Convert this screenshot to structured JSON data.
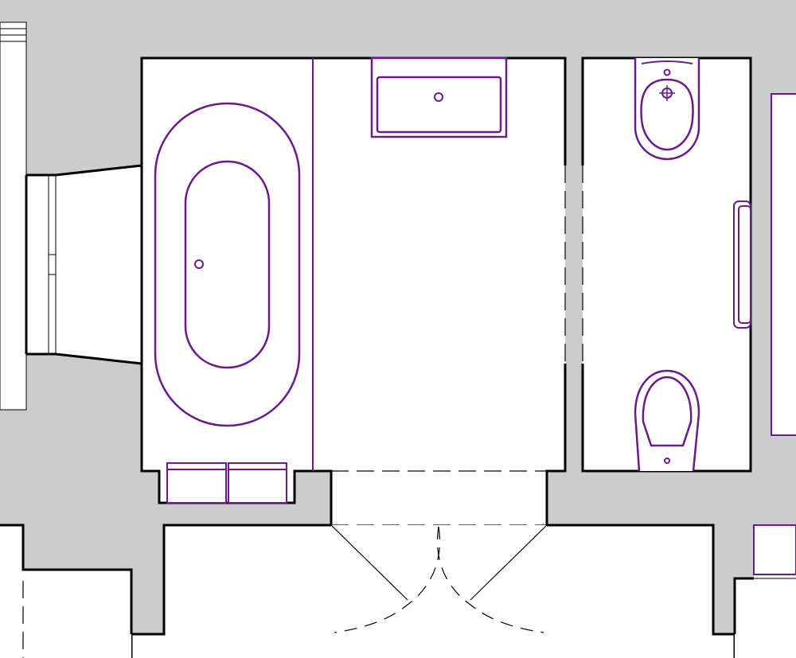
{
  "colors": {
    "background": "#cccccc",
    "floor": "#ffffff",
    "wall": "#000000",
    "fixture": "#6a1a8a"
  },
  "fixtures": [
    {
      "name": "bathtub-icon",
      "kind": "oval bathtub"
    },
    {
      "name": "sink-icon",
      "kind": "washbasin"
    },
    {
      "name": "bidet-icon",
      "kind": "bidet"
    },
    {
      "name": "toilet-icon",
      "kind": "toilet"
    },
    {
      "name": "towel-rail-icon",
      "kind": "towel rail"
    },
    {
      "name": "drawers-icon",
      "kind": "bath steps"
    }
  ],
  "doors": [
    {
      "name": "double-door-swing-icon",
      "kind": "double swing door"
    }
  ]
}
